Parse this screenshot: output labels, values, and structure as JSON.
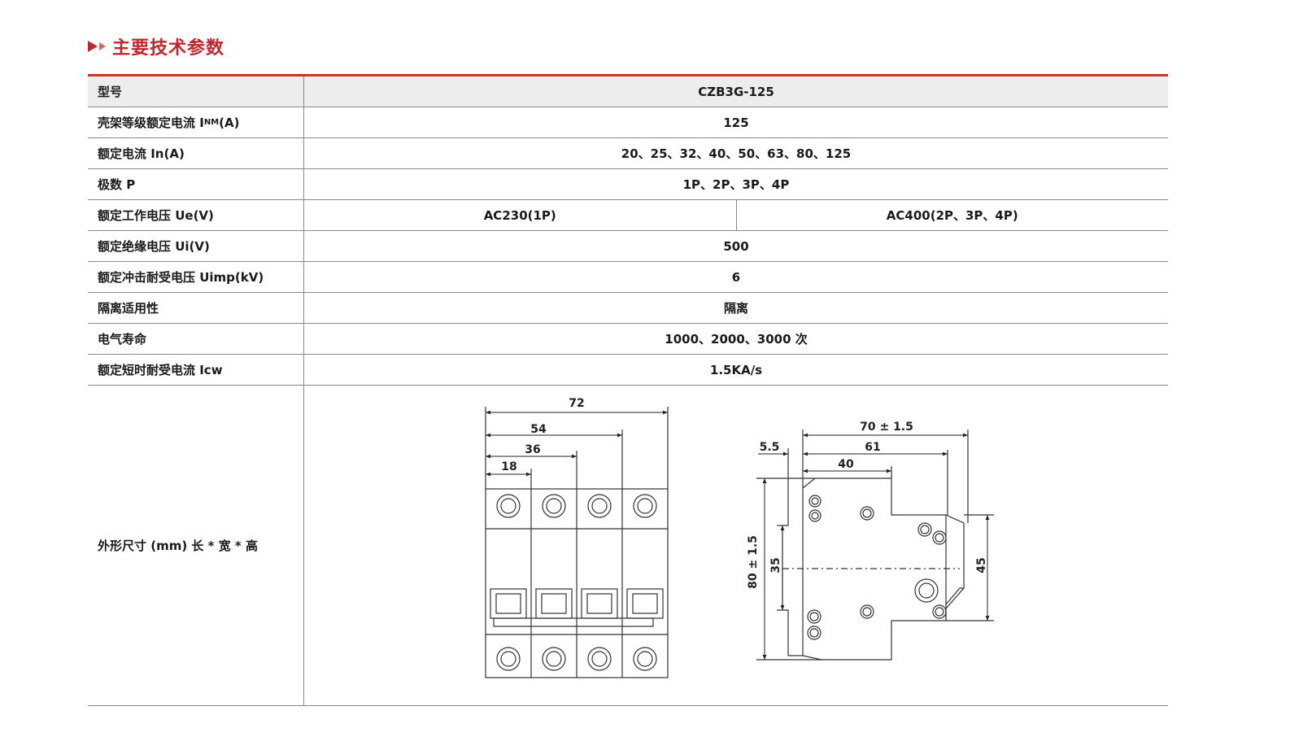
{
  "section": {
    "title": "主要技术参数"
  },
  "table": {
    "header": {
      "label": "型号",
      "value": "CZB3G-125"
    },
    "frame_rating": {
      "label_pre": "壳架等级额定电流 I",
      "label_sub": "NM",
      "label_post": "(A)",
      "value": "125"
    },
    "rows": [
      {
        "label": "额定电流 In(A)",
        "value": "20、25、32、40、50、63、80、125"
      },
      {
        "label": "极数 P",
        "value": "1P、2P、3P、4P"
      }
    ],
    "voltage_row": {
      "label": "额定工作电压 Ue(V)",
      "value_a": "AC230(1P)",
      "value_b": "AC400(2P、3P、4P)"
    },
    "rows2": [
      {
        "label": "额定绝缘电压 Ui(V)",
        "value": "500"
      },
      {
        "label": "额定冲击耐受电压 Uimp(kV)",
        "value": "6"
      },
      {
        "label": "隔离适用性",
        "value": "隔离"
      },
      {
        "label": "电气寿命",
        "value": "1000、2000、3000 次"
      },
      {
        "label": "额定短时耐受电流 Icw",
        "value": "1.5KA/s"
      }
    ],
    "dimensions": {
      "label": "外形尺寸 (mm) 长 * 宽 * 高"
    }
  },
  "drawing": {
    "front": {
      "d72": "72",
      "d54": "54",
      "d36": "36",
      "d18": "18"
    },
    "side": {
      "d70": "70 ± 1.5",
      "d61": "61",
      "d40": "40",
      "d55": "5.5",
      "h80": "80 ± 1.5",
      "h35": "35",
      "h45": "45"
    }
  }
}
